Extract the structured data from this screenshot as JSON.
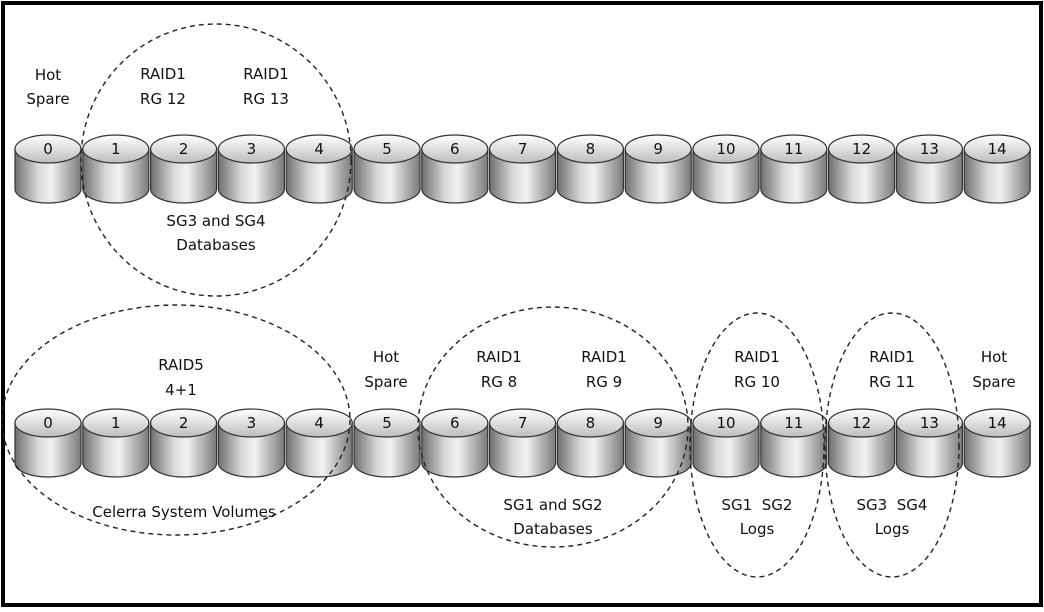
{
  "rows": [
    {
      "disks": [
        {
          "number": "0"
        },
        {
          "number": "1"
        },
        {
          "number": "2"
        },
        {
          "number": "3"
        },
        {
          "number": "4"
        },
        {
          "number": "5"
        },
        {
          "number": "6"
        },
        {
          "number": "7"
        },
        {
          "number": "8"
        },
        {
          "number": "9"
        },
        {
          "number": "10"
        },
        {
          "number": "11"
        },
        {
          "number": "12"
        },
        {
          "number": "13"
        },
        {
          "number": "14"
        }
      ],
      "labels": [
        {
          "line1": "Hot",
          "line2": "Spare"
        },
        {
          "line1": "RAID1",
          "line2": "RG 12"
        },
        {
          "line1": "RAID1",
          "line2": "RG 13"
        },
        {
          "line1": "SG3 and SG4",
          "line2": "Databases"
        }
      ]
    },
    {
      "disks": [
        {
          "number": "0"
        },
        {
          "number": "1"
        },
        {
          "number": "2"
        },
        {
          "number": "3"
        },
        {
          "number": "4"
        },
        {
          "number": "5"
        },
        {
          "number": "6"
        },
        {
          "number": "7"
        },
        {
          "number": "8"
        },
        {
          "number": "9"
        },
        {
          "number": "10"
        },
        {
          "number": "11"
        },
        {
          "number": "12"
        },
        {
          "number": "13"
        },
        {
          "number": "14"
        }
      ],
      "labels": [
        {
          "line1": "RAID5",
          "line2": "4+1"
        },
        {
          "line1": "Celerra System Volumes"
        },
        {
          "line1": "Hot",
          "line2": "Spare"
        },
        {
          "line1": "RAID1",
          "line2": "RG 8"
        },
        {
          "line1": "RAID1",
          "line2": "RG 9"
        },
        {
          "line1": "SG1 and SG2",
          "line2": "Databases"
        },
        {
          "line1": "RAID1",
          "line2": "RG 10"
        },
        {
          "line1": "SG1  SG2",
          "line2": "Logs"
        },
        {
          "line1": "RAID1",
          "line2": "RG 11"
        },
        {
          "line1": "SG3  SG4",
          "line2": "Logs"
        },
        {
          "line1": "Hot",
          "line2": "Spare"
        }
      ]
    }
  ]
}
